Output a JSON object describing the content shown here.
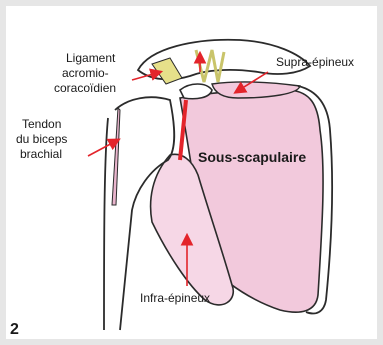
{
  "figure_number": "2",
  "labels": {
    "ligament": [
      "Ligament",
      "acromio-",
      "coracoïdien"
    ],
    "supra": "Supra-épineux",
    "biceps": [
      "Tendon",
      "du biceps",
      "brachial"
    ],
    "sous": "Sous-scapulaire",
    "infra": "Infra-épineux"
  },
  "colors": {
    "background": "#e6e6e6",
    "muscle_fill": "#f2c9dc",
    "outline": "#2b2b2b",
    "arrow": "#e3242b",
    "ligament": "#e6e08a"
  }
}
